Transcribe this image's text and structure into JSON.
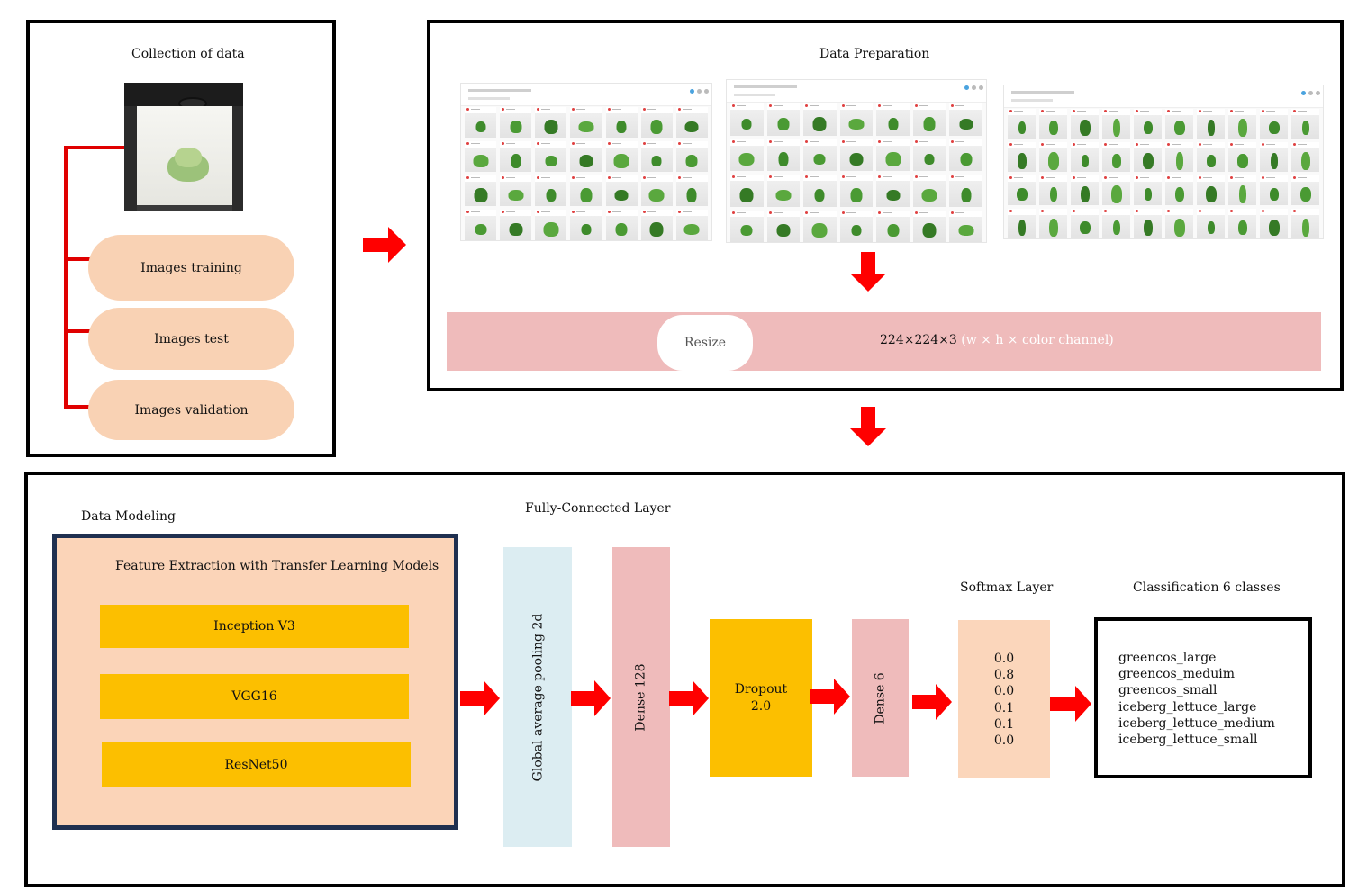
{
  "collection": {
    "title": "Collection of data",
    "items": [
      "Images training",
      "Images test",
      "Images validation"
    ]
  },
  "preparation": {
    "title": "Data Preparation",
    "resize_label": "Resize",
    "resize_dims": "224×224×3",
    "resize_note": "(w × h × color channel)"
  },
  "modeling": {
    "title": "Data Modeling",
    "feature_title": "Feature Extraction with Transfer Learning Models",
    "models": [
      "Inception V3",
      "VGG16",
      "ResNet50"
    ]
  },
  "fc": {
    "title": "Fully-Connected Layer",
    "gap_label": "Global average pooling 2d",
    "dense128_label": "Dense 128",
    "dropout_label": "Dropout",
    "dropout_value": "2.0",
    "dense6_label": "Dense 6"
  },
  "softmax": {
    "title": "Softmax Layer",
    "values": [
      "0.0",
      "0.8",
      "0.0",
      "0.1",
      "0.1",
      "0.0"
    ]
  },
  "classification": {
    "title": "Classification 6 classes",
    "classes": [
      "greencos_large",
      "greencos_meduim",
      "greencos_small",
      "iceberg_lettuce_large",
      "iceberg_lettuce_medium",
      "iceberg_lettuce_small"
    ]
  },
  "colors": {
    "arrow": "#ff0000",
    "connector": "#e00000",
    "pill": "#f9d2b4",
    "resize_band": "#efbbbb",
    "model_button": "#fcbf00",
    "feature_panel": "#fbd4b8",
    "feature_border": "#1f3050",
    "gap_layer": "#dcedf2",
    "dense_layer": "#efbbbb",
    "softmax_layer": "#fbd6bb"
  }
}
